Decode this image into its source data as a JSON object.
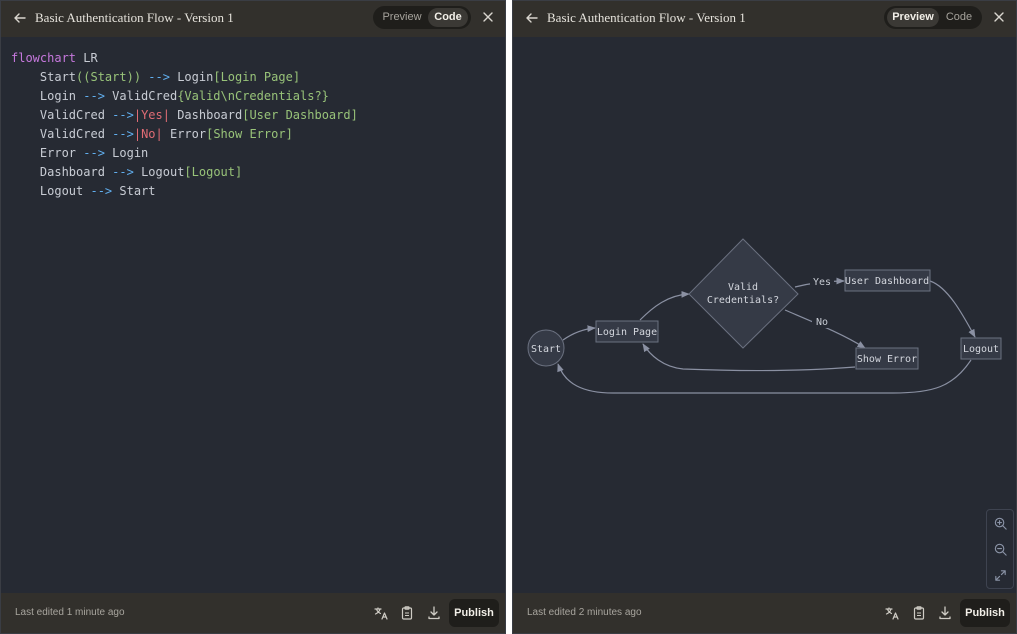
{
  "left": {
    "title": "Basic Authentication Flow - Version 1",
    "toggle": {
      "preview": "Preview",
      "code": "Code",
      "active": "code"
    },
    "code_lines": [
      [
        {
          "t": "flowchart",
          "c": "kw"
        },
        {
          "t": " LR",
          "c": ""
        }
      ],
      [
        {
          "t": "    Start",
          "c": ""
        },
        {
          "t": "((Start))",
          "c": "str"
        },
        {
          "t": " ",
          "c": ""
        },
        {
          "t": "-->",
          "c": "ar"
        },
        {
          "t": " Login",
          "c": ""
        },
        {
          "t": "[Login Page]",
          "c": "str"
        }
      ],
      [
        {
          "t": "    Login ",
          "c": ""
        },
        {
          "t": "-->",
          "c": "ar"
        },
        {
          "t": " ValidCred",
          "c": ""
        },
        {
          "t": "{Valid\\nCredentials?}",
          "c": "str"
        }
      ],
      [
        {
          "t": "    ValidCred ",
          "c": ""
        },
        {
          "t": "-->",
          "c": "ar"
        },
        {
          "t": "|Yes|",
          "c": "lbl"
        },
        {
          "t": " Dashboard",
          "c": ""
        },
        {
          "t": "[User Dashboard]",
          "c": "str"
        }
      ],
      [
        {
          "t": "    ValidCred ",
          "c": ""
        },
        {
          "t": "-->",
          "c": "ar"
        },
        {
          "t": "|No|",
          "c": "lbl"
        },
        {
          "t": " Error",
          "c": ""
        },
        {
          "t": "[Show Error]",
          "c": "str"
        }
      ],
      [
        {
          "t": "    Error ",
          "c": ""
        },
        {
          "t": "-->",
          "c": "ar"
        },
        {
          "t": " Login",
          "c": ""
        }
      ],
      [
        {
          "t": "    Dashboard ",
          "c": ""
        },
        {
          "t": "-->",
          "c": "ar"
        },
        {
          "t": " Logout",
          "c": ""
        },
        {
          "t": "[Logout]",
          "c": "str"
        }
      ],
      [
        {
          "t": "    Logout ",
          "c": ""
        },
        {
          "t": "-->",
          "c": "ar"
        },
        {
          "t": " Start",
          "c": ""
        }
      ]
    ],
    "footer": {
      "edited": "Last edited 1 minute ago",
      "publish": "Publish"
    }
  },
  "right": {
    "title": "Basic Authentication Flow - Version 1",
    "toggle": {
      "preview": "Preview",
      "code": "Code",
      "active": "preview"
    },
    "diagram": {
      "nodes": {
        "start": "Start",
        "login": "Login Page",
        "valid_line1": "Valid",
        "valid_line2": "Credentials?",
        "dashboard": "User Dashboard",
        "error": "Show Error",
        "logout": "Logout"
      },
      "edge_labels": {
        "yes": "Yes",
        "no": "No"
      }
    },
    "footer": {
      "edited": "Last edited 2 minutes ago",
      "publish": "Publish"
    }
  },
  "icons": {
    "back": "arrow-left-icon",
    "close": "close-icon",
    "translate": "translate-icon",
    "copy": "clipboard-icon",
    "download": "download-icon",
    "zoom_in": "zoom-in-icon",
    "zoom_out": "zoom-out-icon",
    "fit": "expand-icon"
  },
  "colors": {
    "panel_bg": "#262a33",
    "header_bg": "#32302c",
    "node_fill": "#353a46",
    "node_stroke": "#6b7180",
    "edge": "#8a90a2"
  }
}
